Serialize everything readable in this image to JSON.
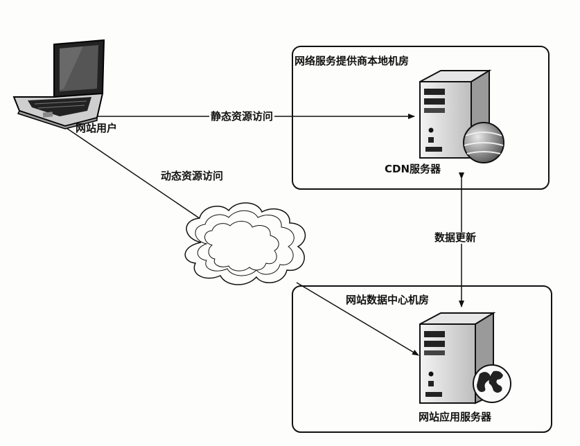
{
  "nodes": {
    "user": {
      "label": "网站用户",
      "icon": "laptop-icon"
    },
    "cdn_room": {
      "label": "网络服务提供商本地机房"
    },
    "cdn_server": {
      "label": "CDN服务器",
      "icon": "server-icon"
    },
    "dc_room": {
      "label": "网站数据中心机房"
    },
    "app_server": {
      "label": "网站应用服务器",
      "icon": "server-icon"
    },
    "internet": {
      "icon": "cloud-icon"
    }
  },
  "edges": {
    "static": {
      "label": "静态资源访问",
      "from": "user",
      "to": "cdn_server"
    },
    "dynamic": {
      "label": "动态资源访问",
      "from": "user",
      "to": "app_server",
      "via": "internet"
    },
    "update": {
      "label": "数据更新",
      "from": "cdn_server",
      "to": "app_server",
      "bidirectional": true
    }
  }
}
